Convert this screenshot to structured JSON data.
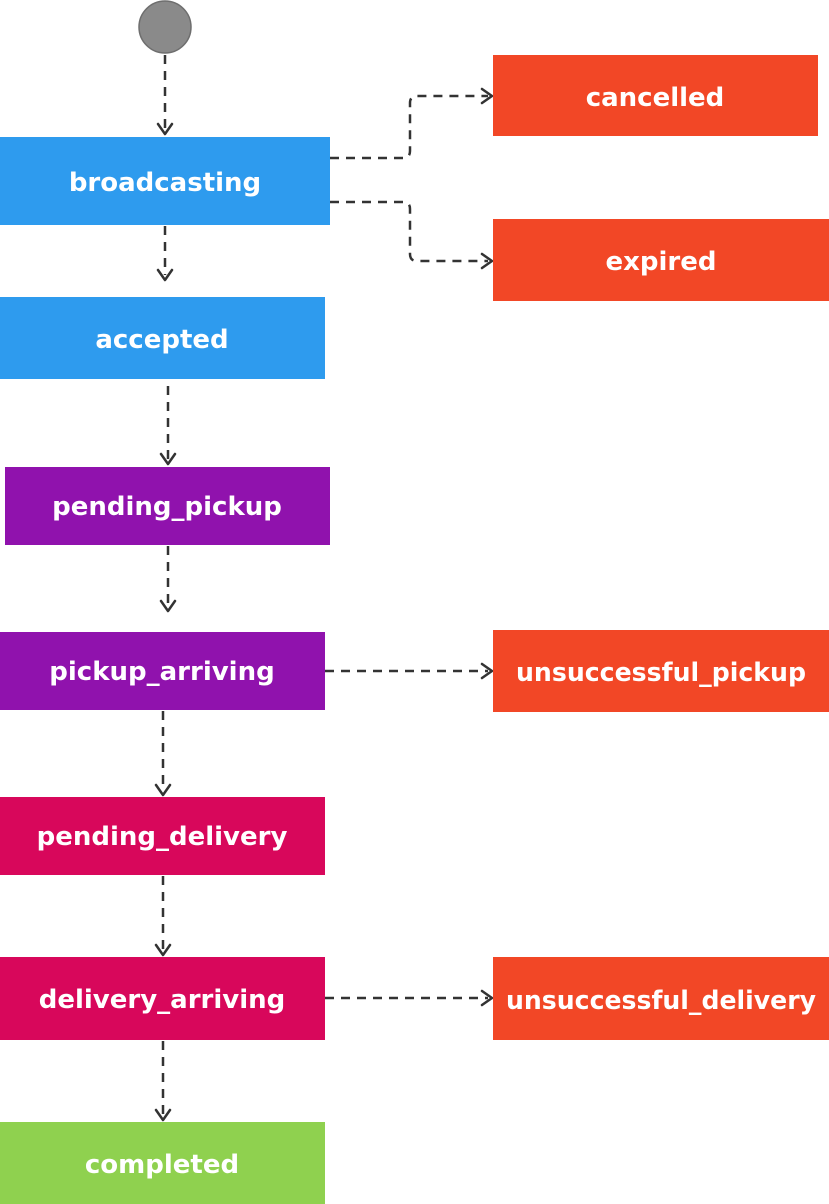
{
  "colors": {
    "initial": "#8a8a8a",
    "initial_stroke": "#6e6e6e",
    "blue": "#2e9bee",
    "purple": "#9012ad",
    "magenta": "#d8075b",
    "green": "#8fd14f",
    "red": "#f24726",
    "edge": "#333333",
    "text": "#ffffff"
  },
  "nodes": {
    "broadcasting": {
      "label": "broadcasting",
      "color": "blue"
    },
    "accepted": {
      "label": "accepted",
      "color": "blue"
    },
    "pending_pickup": {
      "label": "pending_pickup",
      "color": "purple"
    },
    "pickup_arriving": {
      "label": "pickup_arriving",
      "color": "purple"
    },
    "pending_delivery": {
      "label": "pending_delivery",
      "color": "magenta"
    },
    "delivery_arriving": {
      "label": "delivery_arriving",
      "color": "magenta"
    },
    "completed": {
      "label": "completed",
      "color": "green"
    },
    "cancelled": {
      "label": "cancelled",
      "color": "red"
    },
    "expired": {
      "label": "expired",
      "color": "red"
    },
    "unsuccessful_pickup": {
      "label": "unsuccessful_pickup",
      "color": "red"
    },
    "unsuccessful_delivery": {
      "label": "unsuccessful_delivery",
      "color": "red"
    }
  },
  "edges": [
    {
      "from": "start",
      "to": "broadcasting"
    },
    {
      "from": "broadcasting",
      "to": "accepted"
    },
    {
      "from": "broadcasting",
      "to": "cancelled"
    },
    {
      "from": "broadcasting",
      "to": "expired"
    },
    {
      "from": "accepted",
      "to": "pending_pickup"
    },
    {
      "from": "pending_pickup",
      "to": "pickup_arriving"
    },
    {
      "from": "pickup_arriving",
      "to": "unsuccessful_pickup"
    },
    {
      "from": "pickup_arriving",
      "to": "pending_delivery"
    },
    {
      "from": "pending_delivery",
      "to": "delivery_arriving"
    },
    {
      "from": "delivery_arriving",
      "to": "unsuccessful_delivery"
    },
    {
      "from": "delivery_arriving",
      "to": "completed"
    }
  ]
}
